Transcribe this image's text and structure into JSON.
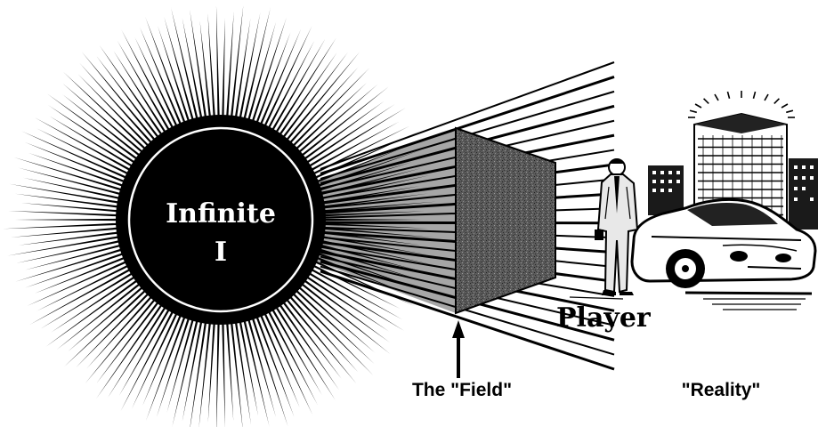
{
  "sun": {
    "line1": "Infinite",
    "line2": "I"
  },
  "field": {
    "label": "The \"Field\""
  },
  "player": {
    "label": "Player"
  },
  "reality": {
    "label": "\"Reality\""
  },
  "colors": {
    "ink": "#000000",
    "paper": "#ffffff",
    "field_fill": "#555555"
  }
}
